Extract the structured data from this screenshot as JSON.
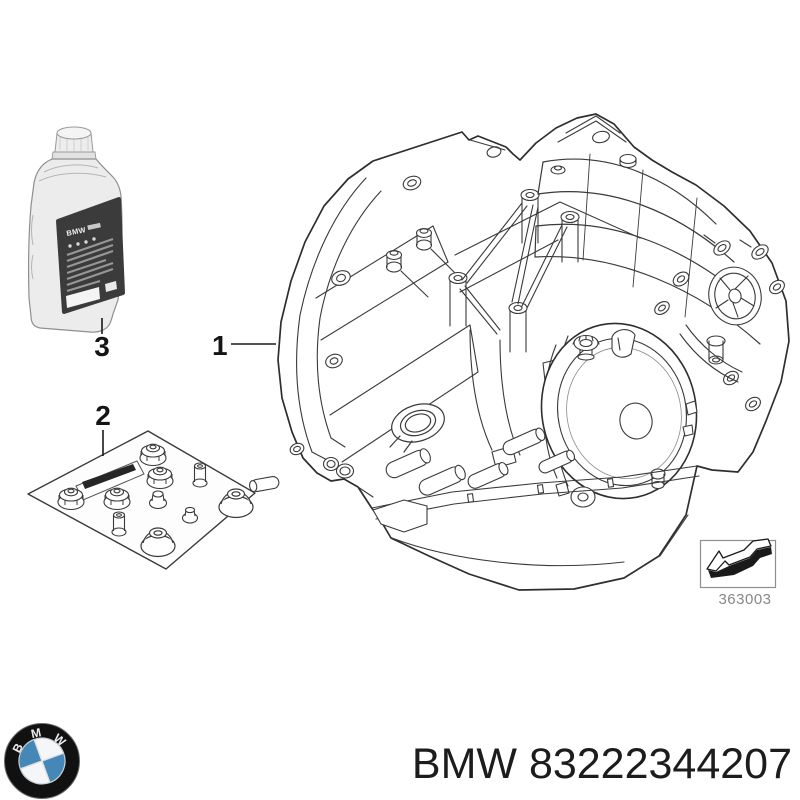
{
  "figure": {
    "callouts": [
      {
        "label": "1",
        "points_to": "automatic-transmission"
      },
      {
        "label": "2",
        "points_to": "fastener-kit"
      },
      {
        "label": "3",
        "points_to": "oil-bottle"
      }
    ],
    "diagram_number": "363003",
    "bottle_label_text": "BMW",
    "arrow_icon": "direction-arrow"
  },
  "footer": {
    "part_title": "BMW 83222344207",
    "logo_letters": [
      "B",
      "M",
      "W"
    ]
  },
  "colors": {
    "background": "#ffffff",
    "line_art": "#3a3a3a",
    "bottle_label": "#3b3b3b",
    "logo_ring": "#111111",
    "logo_blue": "#4587b7",
    "diagram_number_gray": "#878787",
    "title_text": "#1c1c1c"
  }
}
